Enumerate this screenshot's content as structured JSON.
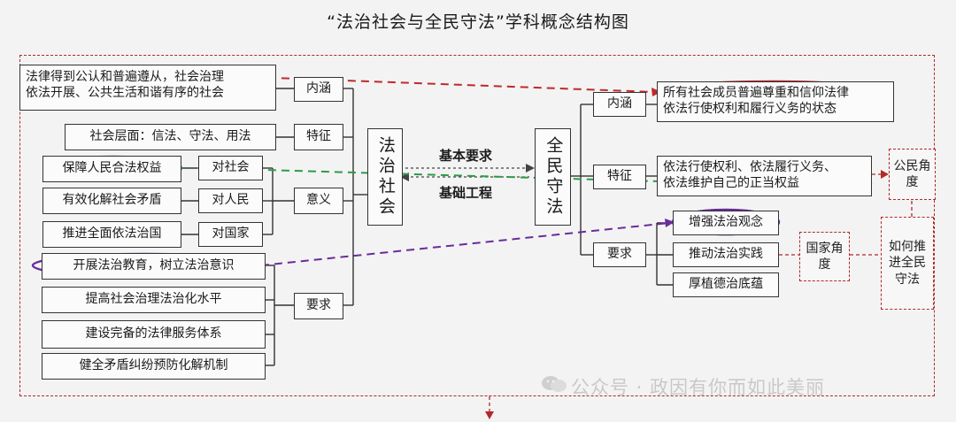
{
  "title": "“法治社会与全民守法”学科概念结构图",
  "left": {
    "center": "法治社会",
    "neihan": {
      "label": "内涵",
      "lines": [
        "法律得到公认和普遍遵从，社会治理",
        "依法开展、公共生活和谐有序的社会"
      ]
    },
    "tezheng": {
      "label": "特征",
      "text": "社会层面：信法、守法、用法"
    },
    "yiyi": {
      "label": "意义",
      "items": [
        {
          "sub": "对社会",
          "text": "保障人民合法权益"
        },
        {
          "sub": "对人民",
          "text": "有效化解社会矛盾"
        },
        {
          "sub": "对国家",
          "text": "推进全面依法治国"
        }
      ]
    },
    "yaoqiu": {
      "label": "要求",
      "items": [
        "开展法治教育，树立法治意识",
        "提高社会治理法治化水平",
        "建设完备的法律服务体系",
        "健全矛盾纠纷预防化解机制"
      ]
    }
  },
  "middle": {
    "top_label": "基本要求",
    "bottom_label": "基础工程"
  },
  "right": {
    "center": "全民守法",
    "neihan": {
      "label": "内涵",
      "lines": [
        "所有社会成员普遍尊重和信仰法律",
        "依法行使权利和履行义务的状态"
      ]
    },
    "tezheng": {
      "label": "特征",
      "lines": [
        "依法行使权利、依法履行义务、",
        "依法维护自己的正当权益"
      ]
    },
    "yaoqiu": {
      "label": "要求",
      "items": [
        "增强法治观念",
        "推动法治实践",
        "厚植德治底蕴"
      ]
    },
    "gongmin": "公民角度",
    "guojia": "国家角度",
    "ruhe": "如何推进全民守法"
  },
  "watermark": "公众号 · 政因有你而如此美丽",
  "colors": {
    "red": "#c0282d",
    "green": "#2e9a4a",
    "purple": "#6a2c9a",
    "dash": "#b02a2a"
  }
}
